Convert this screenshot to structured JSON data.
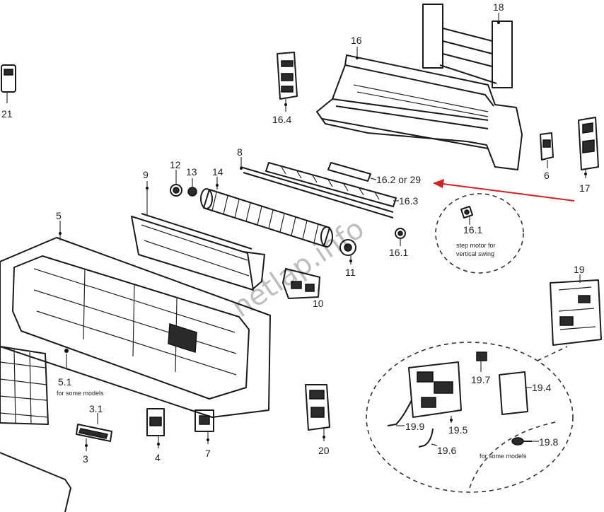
{
  "diagram": {
    "labels": {
      "p18": "18",
      "p16": "16",
      "p21": "21",
      "p16_4": "16.4",
      "p6": "6",
      "p17": "17",
      "p8": "8",
      "p9": "9",
      "p12": "12",
      "p13": "13",
      "p14": "14",
      "p16_2": "16.2 or 29",
      "p16_3": "16.3",
      "p16_1a": "16.1",
      "p16_1b": "16.1",
      "p11": "11",
      "p10": "10",
      "p5": "5",
      "p5_1": "5.1",
      "p3_1": "3.1",
      "p3": "3",
      "p4": "4",
      "p7": "7",
      "p20": "20",
      "p19": "19",
      "p19_7": "19.7",
      "p19_4": "19.4",
      "p19_9": "19.9",
      "p19_5": "19.5",
      "p19_6": "19.6",
      "p19_8": "19.8"
    },
    "notes": {
      "step_motor_line1": "step motor for",
      "step_motor_line2": "vertical swing",
      "some_models_a": "for some models",
      "some_models_b": "for some models"
    },
    "watermark": "netlap.info",
    "colors": {
      "arrow": "#d42020",
      "line": "#1a1a1a"
    }
  }
}
